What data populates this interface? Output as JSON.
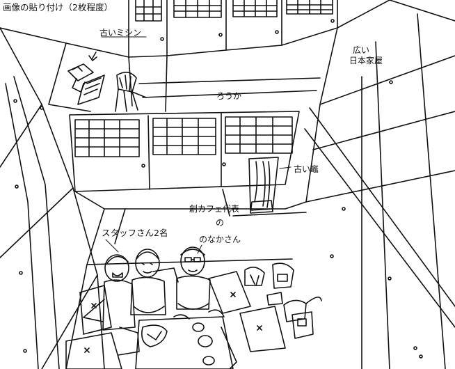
{
  "caption": "画像の貼り付け（2枚程度）",
  "labels": {
    "sewing_machine": "古いミシン",
    "big_house_line1": "広い",
    "big_house_line2": "日本家屋",
    "corridor": "ろうか",
    "old_kiln": "古い竈",
    "founder_line1": "創カフェ代表",
    "founder_line2": "の",
    "founder_line3": "のなかさん",
    "staff": "スタッフさん2名"
  },
  "colors": {
    "ink": "#111111",
    "paper": "#ffffff"
  }
}
